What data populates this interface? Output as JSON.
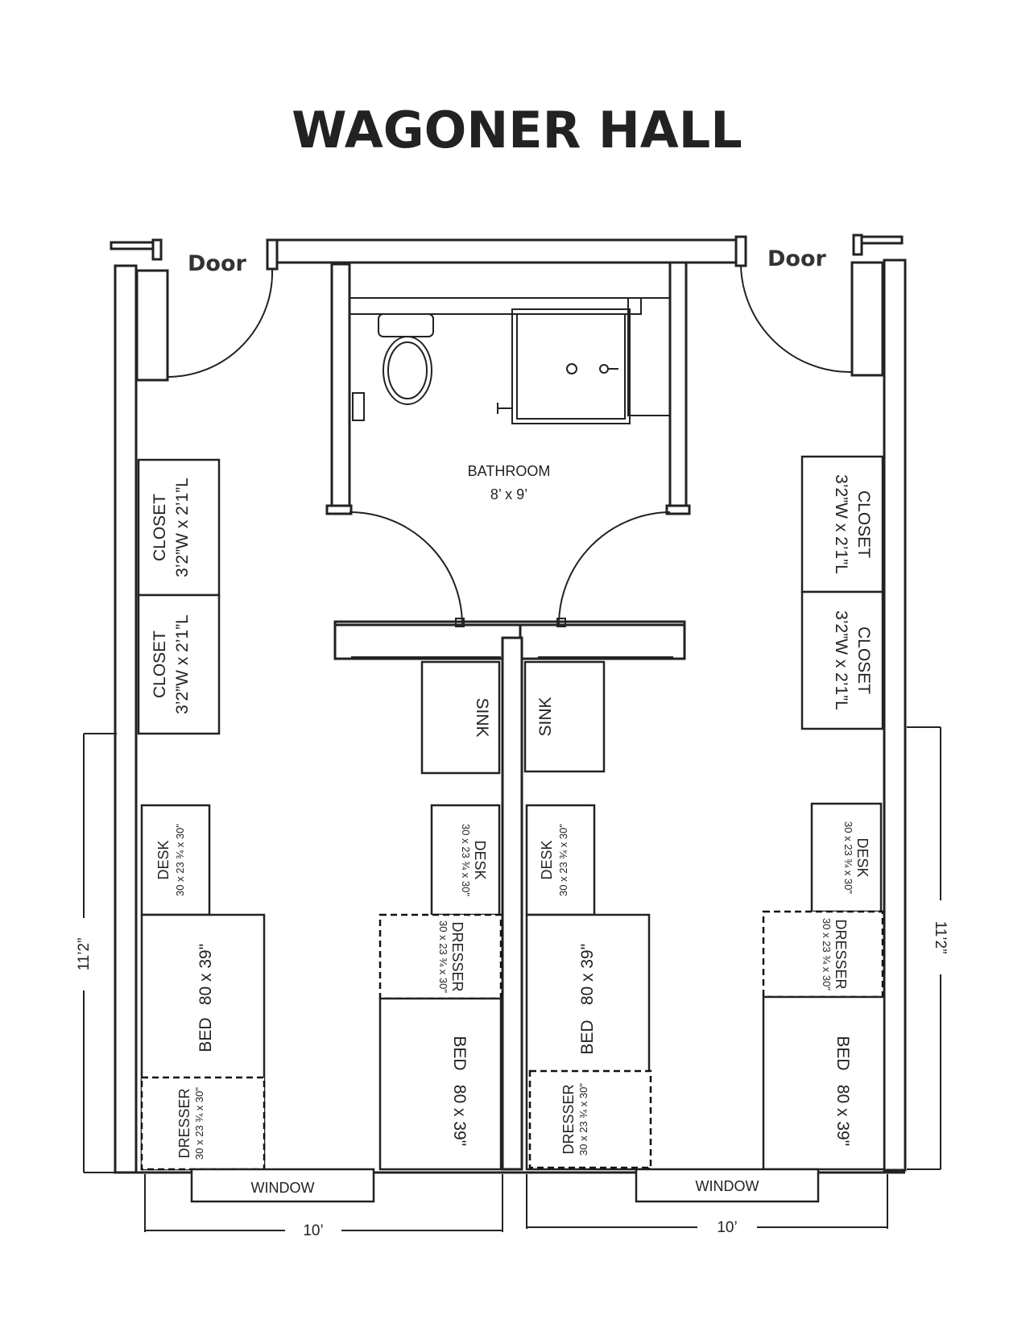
{
  "title": "WAGONER HALL",
  "doors": {
    "left": "Door",
    "right": "Door"
  },
  "bathroom": {
    "label": "BATHROOM",
    "size": "8’ x 9’"
  },
  "closets": {
    "left_top": {
      "name": "CLOSET",
      "size": "3’2”W x 2’1”L"
    },
    "left_bottom": {
      "name": "CLOSET",
      "size": "3’2”W x 2’1”L"
    },
    "right_top": {
      "name": "CLOSET",
      "size": "3’2”W x 2’1”L"
    },
    "right_bottom": {
      "name": "CLOSET",
      "size": "3’2”W x 2’1”L"
    }
  },
  "sinks": {
    "left": "SINK",
    "right": "SINK"
  },
  "desks": {
    "name": "DESK",
    "size": "30 x 23 ¾ x 30\""
  },
  "dressers": {
    "name": "DRESSER",
    "size": "30 x 23 ¾ x 30\""
  },
  "beds": {
    "name": "BED",
    "size": "80 x 39\""
  },
  "windows": {
    "left": "WINDOW",
    "right": "WINDOW"
  },
  "dimensions": {
    "left_width": "10’",
    "right_width": "10’",
    "left_length": "11’2”",
    "right_length": "11’2”"
  }
}
